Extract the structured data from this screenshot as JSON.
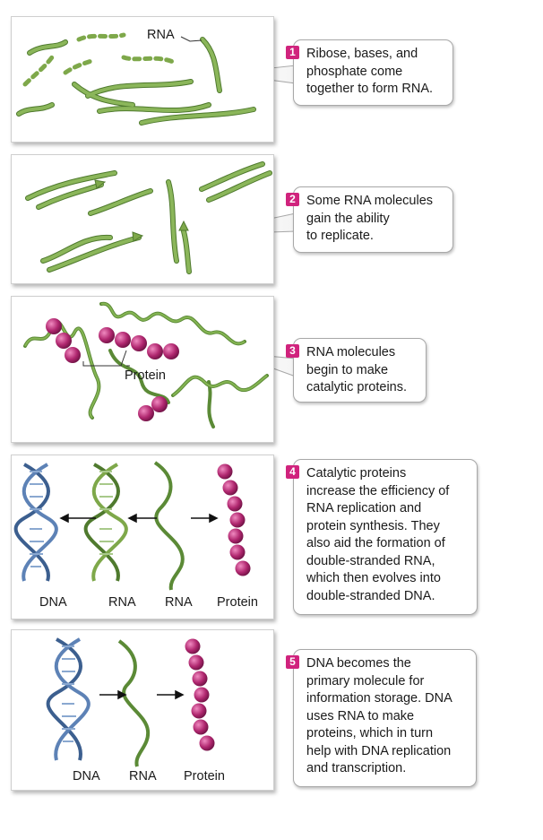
{
  "panels": [
    {
      "labels": [
        "RNA"
      ]
    },
    {
      "labels": []
    },
    {
      "labels": [
        "Protein"
      ]
    },
    {
      "labels": [
        "DNA",
        "RNA",
        "RNA",
        "Protein"
      ]
    },
    {
      "labels": [
        "DNA",
        "RNA",
        "Protein"
      ]
    }
  ],
  "steps": [
    {
      "number": "1",
      "lines": [
        "Ribose, bases, and",
        "phosphate come",
        "together to form RNA."
      ]
    },
    {
      "number": "2",
      "lines": [
        "Some RNA molecules",
        "gain the ability",
        "to replicate."
      ]
    },
    {
      "number": "3",
      "lines": [
        "RNA molecules",
        "begin to make",
        "catalytic proteins."
      ]
    },
    {
      "number": "4",
      "lines": [
        "Catalytic proteins",
        "increase the efficiency of",
        "RNA replication and",
        "protein synthesis. They",
        "also aid the formation of",
        "double-stranded RNA,",
        "which then evolves into",
        "double-stranded DNA."
      ]
    },
    {
      "number": "5",
      "lines": [
        "DNA becomes the",
        "primary molecule for",
        "information storage. DNA",
        "uses RNA to make",
        "proteins, which in turn",
        "help with DNA replication",
        "and transcription."
      ]
    }
  ],
  "colors": {
    "rna_green": "#7ea84a",
    "rna_dark": "#4f7a2e",
    "dna_blue": "#3c5f8f",
    "protein_magenta": "#b0276f",
    "step_badge": "#d0237d"
  }
}
